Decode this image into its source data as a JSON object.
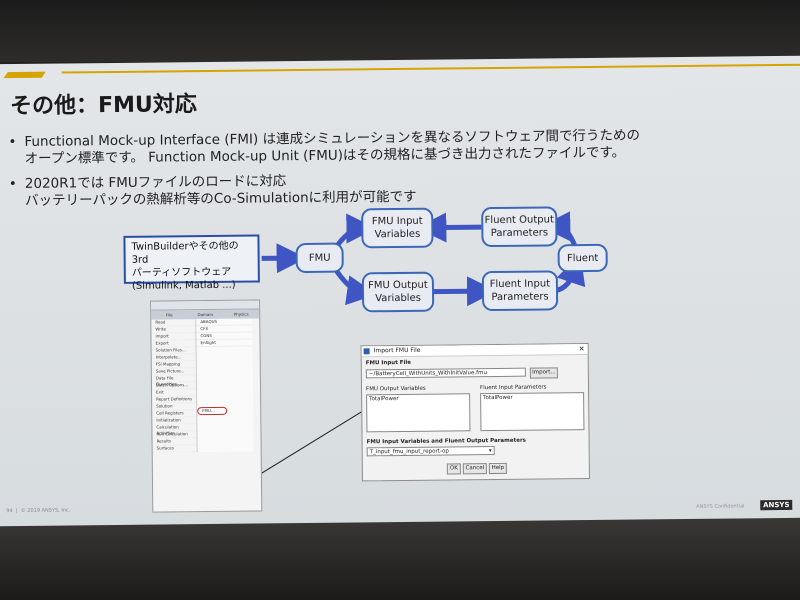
{
  "title": "その他：FMU対応",
  "bullets": [
    {
      "lines": [
        "Functional Mock-up Interface (FMI) は連成シミュレーションを異なるソフトウェア間で行うための",
        "オープン標準です。  Function Mock-up Unit (FMU)はその規格に基づき出力されたファイルです。"
      ]
    },
    {
      "lines": [
        "2020R1では FMUファイルのロードに対応",
        "バッテリーパックの熱解析等のCo-Simulationに利用が可能です"
      ]
    }
  ],
  "diagram": {
    "source_line1": "TwinBuilderやその他の3rd",
    "source_line2": "パーティソフトウェア",
    "source_line3": "(Simulink, Matlab ...)",
    "fmu": "FMU",
    "fmu_input": "FMU Input Variables",
    "fmu_output": "FMU Output Variables",
    "fluent_output": "Fluent Output Parameters",
    "fluent_input": "Fluent Input Parameters",
    "fluent": "Fluent"
  },
  "ui_panel": {
    "tabs": [
      "File",
      "Domain",
      "Physics"
    ],
    "rows": [
      "Read",
      "Write",
      "Import",
      "Export",
      "Solution Files...",
      "Interpolate...",
      "FSI Mapping",
      "Save Picture...",
      "Data File Quantities...",
      "Batch Options...",
      "Exit",
      "Report Definitions",
      "Solution",
      "Cell Registers",
      "Initialization",
      "Calculation Activities",
      "Run Calculation",
      "Results",
      "Surfaces"
    ],
    "submenu": [
      "ABAQUS",
      "CFX",
      "CGNS",
      "EnSight",
      "FMU..."
    ]
  },
  "dialog": {
    "title": "Import FMU File",
    "fmu_input_file_label": "FMU Input File",
    "fmu_input_file_value": "~/BatteryCell_WithUnits_WithInitValue.fmu",
    "import_button": "Import...",
    "fmu_output_variables_label": "FMU Output Variables",
    "fmu_output_variables_item": "TotalPower",
    "fluent_input_parameters_label": "Fluent Input Parameters",
    "fluent_input_parameters_item": "TotalPower",
    "mapping_label": "FMU Input Variables and Fluent Output Parameters",
    "mapping_value": "T_input_fmu_input_report-op",
    "ok_button": "OK",
    "cancel_button": "Cancel",
    "help_button": "Help"
  },
  "footer": {
    "page_number": "94",
    "copyright": "© 2019 ANSYS, Inc.",
    "confidential": "ANSYS Confidential",
    "logo": "ANSYS"
  },
  "colors": {
    "accent": "#d6a400",
    "box_border": "#3d68b8",
    "arrow": "#3f55c4",
    "slide_bg": "#dde1e4"
  }
}
